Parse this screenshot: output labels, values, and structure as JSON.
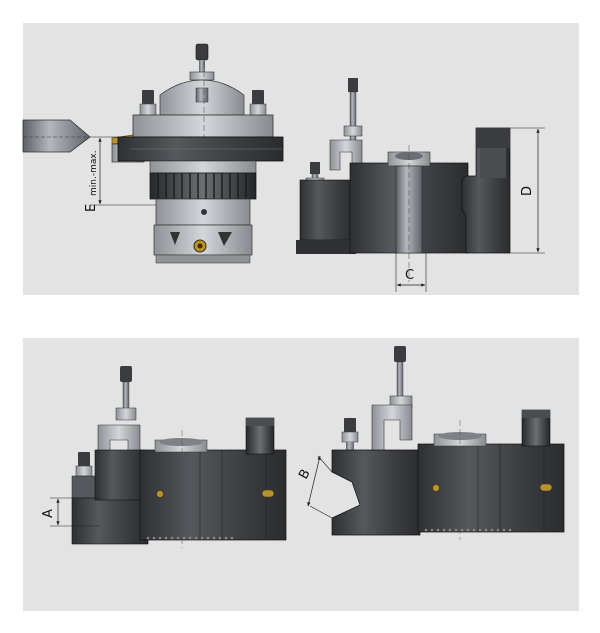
{
  "colors": {
    "panel_bg": "#e3e3e3",
    "metal_dark": "#3e4043",
    "metal_mid": "#6c6f73",
    "metal_light": "#a9adb2",
    "steel_grey": "#8a8d91",
    "insert_gold": "#b8922e",
    "dim_line": "#222222"
  },
  "labels": {
    "E_letter": "E",
    "E_range": "min.-max.",
    "C": "C",
    "D": "D",
    "A": "A",
    "B": "B"
  }
}
